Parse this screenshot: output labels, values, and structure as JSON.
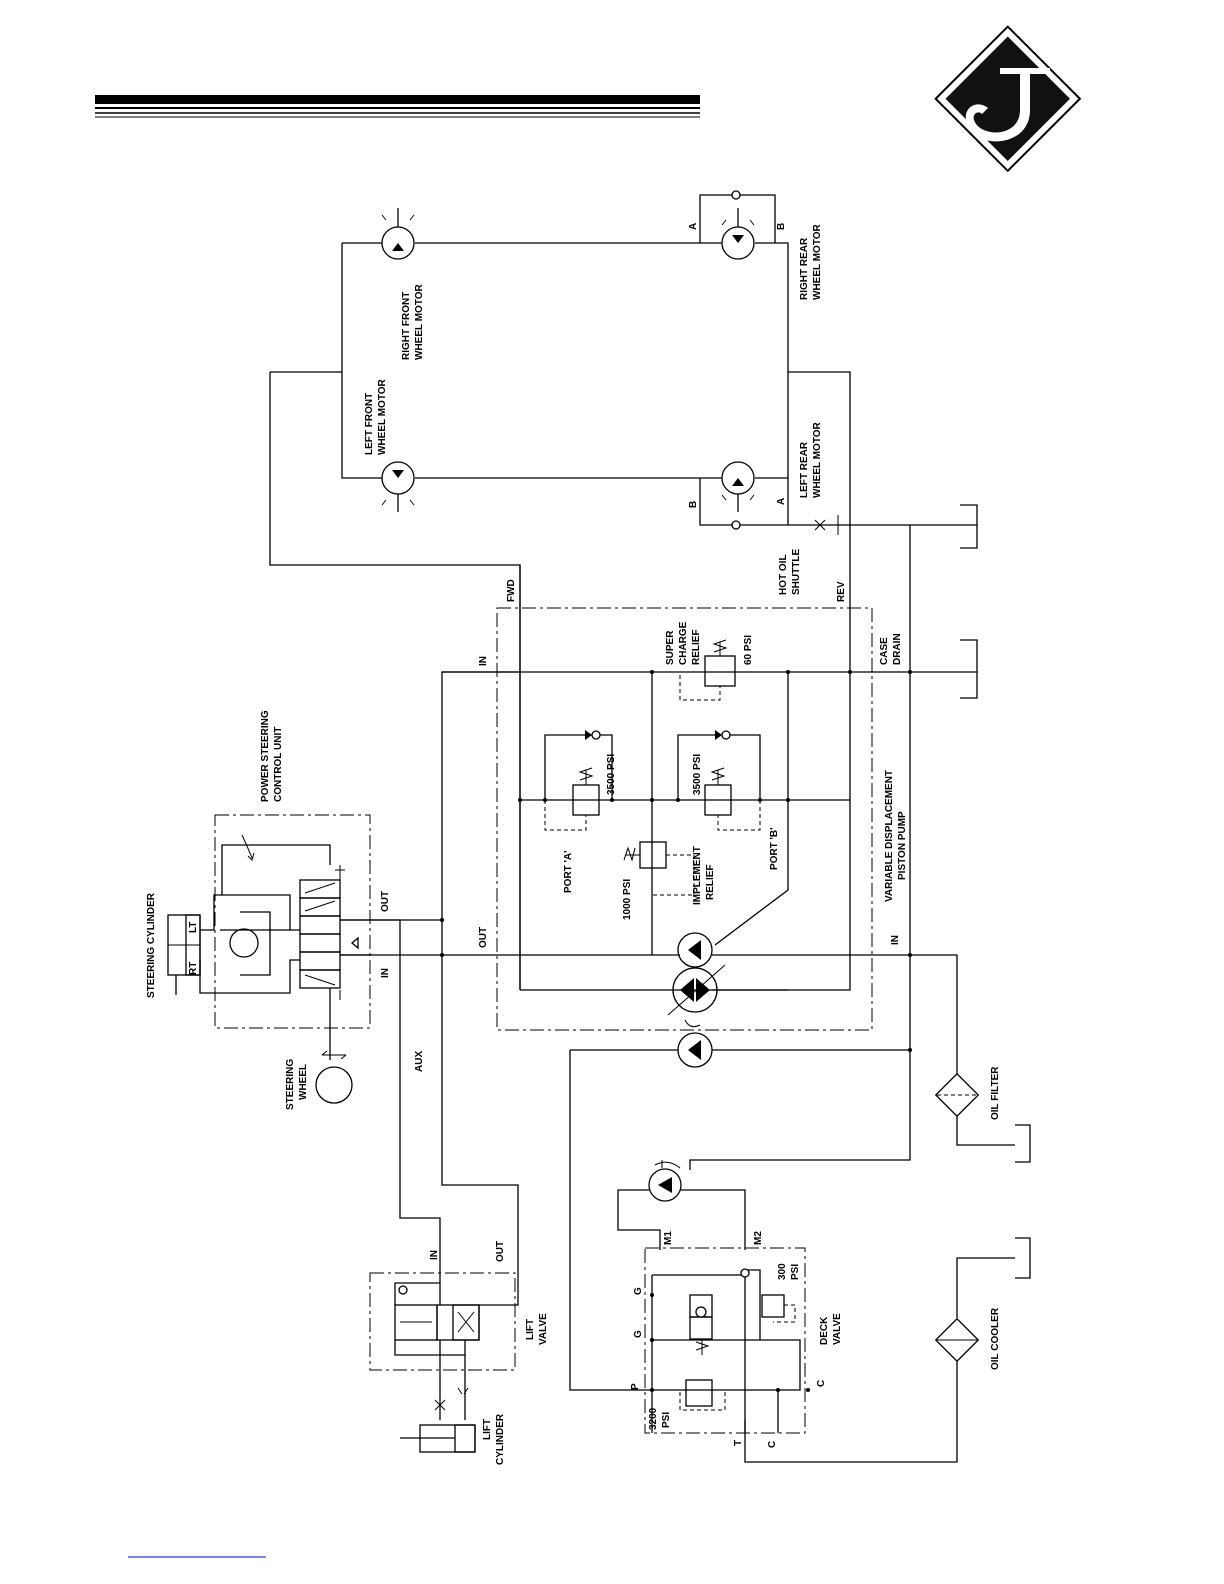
{
  "labels": {
    "steering_cylinder": "STEERING CYLINDER",
    "lt": "LT",
    "rt": "RT",
    "steering_wheel": [
      "STEERING",
      "WHEEL"
    ],
    "psu": [
      "POWER STEERING",
      "CONTROL UNIT"
    ],
    "psu_out": "OUT",
    "psu_in": "IN",
    "aux": "AUX",
    "pump_in": "IN",
    "pump_out": "OUT",
    "pump_in2": "IN",
    "fwd": "FWD",
    "rev": "REV",
    "hot_oil_shuttle": [
      "HOT OIL",
      "SHUTTLE"
    ],
    "case_drain": [
      "CASE",
      "DRAIN"
    ],
    "super_charge": [
      "SUPER",
      "CHARGE",
      "RELIEF"
    ],
    "psi_60": "60 PSI",
    "psi_3500_a": "3500 PSI",
    "psi_3500_b": "3500 PSI",
    "port_a": "PORT 'A'",
    "port_b": "PORT 'B'",
    "psi_1000": "1000 PSI",
    "implement_relief": [
      "IMPLEMENT",
      "RELIEF"
    ],
    "vdp": [
      "VARIABLE DISPLACEMENT",
      "PISTON PUMP"
    ],
    "lf_motor": [
      "LEFT FRONT",
      "WHEEL MOTOR"
    ],
    "rf_motor": [
      "RIGHT FRONT",
      "WHEEL MOTOR"
    ],
    "lr_motor": [
      "LEFT REAR",
      "WHEEL MOTOR"
    ],
    "rr_motor": [
      "RIGHT REAR",
      "WHEEL MOTOR"
    ],
    "port_a1": "A",
    "port_b1": "B",
    "port_b2": "B",
    "port_a2": "A",
    "oil_filter": "OIL FILTER",
    "oil_cooler": "OIL COOLER",
    "lift_valve": [
      "LIFT",
      "VALVE"
    ],
    "lift_cylinder": [
      "LIFT",
      "CYLINDER"
    ],
    "lv_in": "IN",
    "lv_out": "OUT",
    "m1": "M1",
    "m2": "M2",
    "g1": "G",
    "g2": "G",
    "p": "P",
    "t": "T",
    "c1": "C",
    "c2": "C",
    "psi_300": [
      "300",
      "PSI"
    ],
    "psi_3200": [
      "3200",
      "PSI"
    ],
    "deck_valve": [
      "DECK",
      "VALVE"
    ]
  },
  "logo": "diamond-j-logo"
}
